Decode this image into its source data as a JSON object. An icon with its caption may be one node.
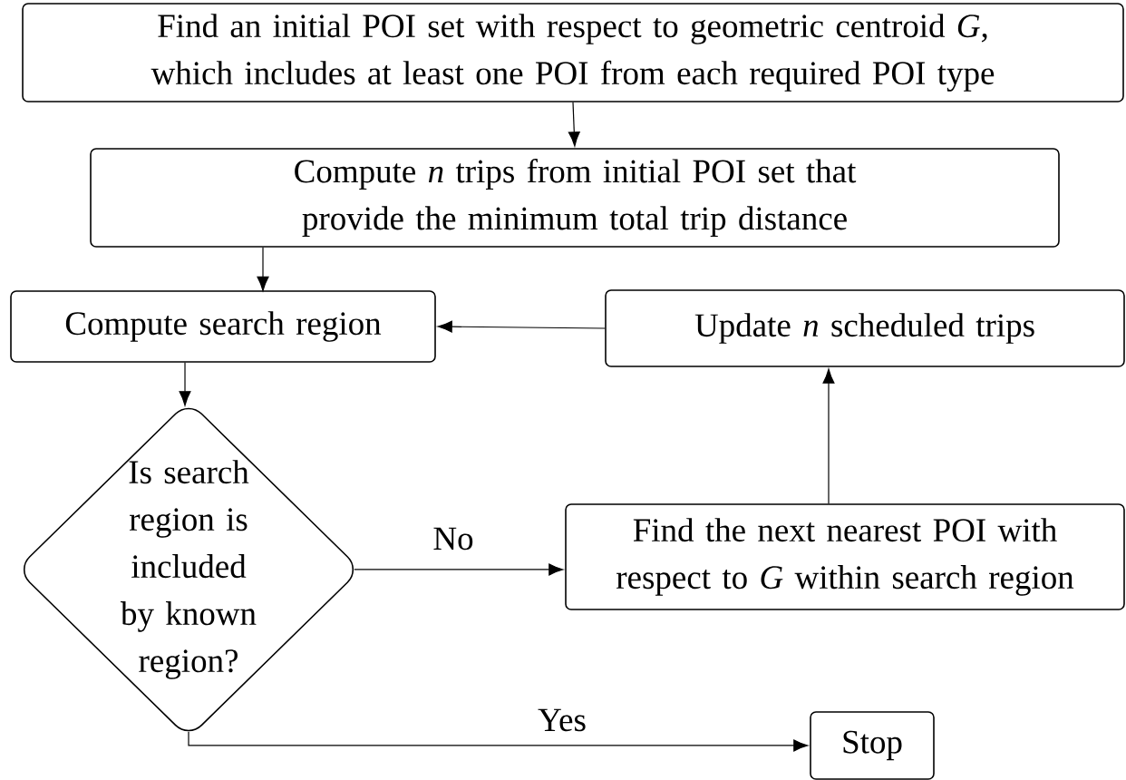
{
  "diagram": {
    "nodes": [
      {
        "text": [
          "Find an initial POI set with respect to geometric centroid *G*, which includes at least one POI from each required POI type"
        ]
      },
      {
        "text": [
          "Compute *n* trips from initial POI set that provide the minimum total trip distance"
        ]
      },
      {
        "text": [
          "Compute search region"
        ]
      },
      {
        "text": [
          "Update *n* scheduled trips"
        ]
      },
      {
        "text": [
          "Is search region is included by known region?"
        ]
      },
      {
        "text": [
          "Find the next nearest POI with respect to *G* within search region"
        ]
      },
      {
        "text": [
          "Stop"
        ]
      }
    ],
    "edges": [
      {
        "from": 0,
        "to": 1,
        "arrow": "to"
      },
      {
        "from": 1,
        "to": 2,
        "arrow": "to"
      },
      {
        "from": 3,
        "to": 2,
        "arrow": "to"
      },
      {
        "from": 2,
        "to": 4,
        "arrow": "to"
      },
      {
        "from": 4,
        "to": 5,
        "arrow": "to",
        "label": "No"
      },
      {
        "from": 5,
        "to": 3,
        "arrow": "to"
      },
      {
        "from": 4,
        "to": 6,
        "arrow": "to",
        "label": "Yes"
      }
    ]
  }
}
